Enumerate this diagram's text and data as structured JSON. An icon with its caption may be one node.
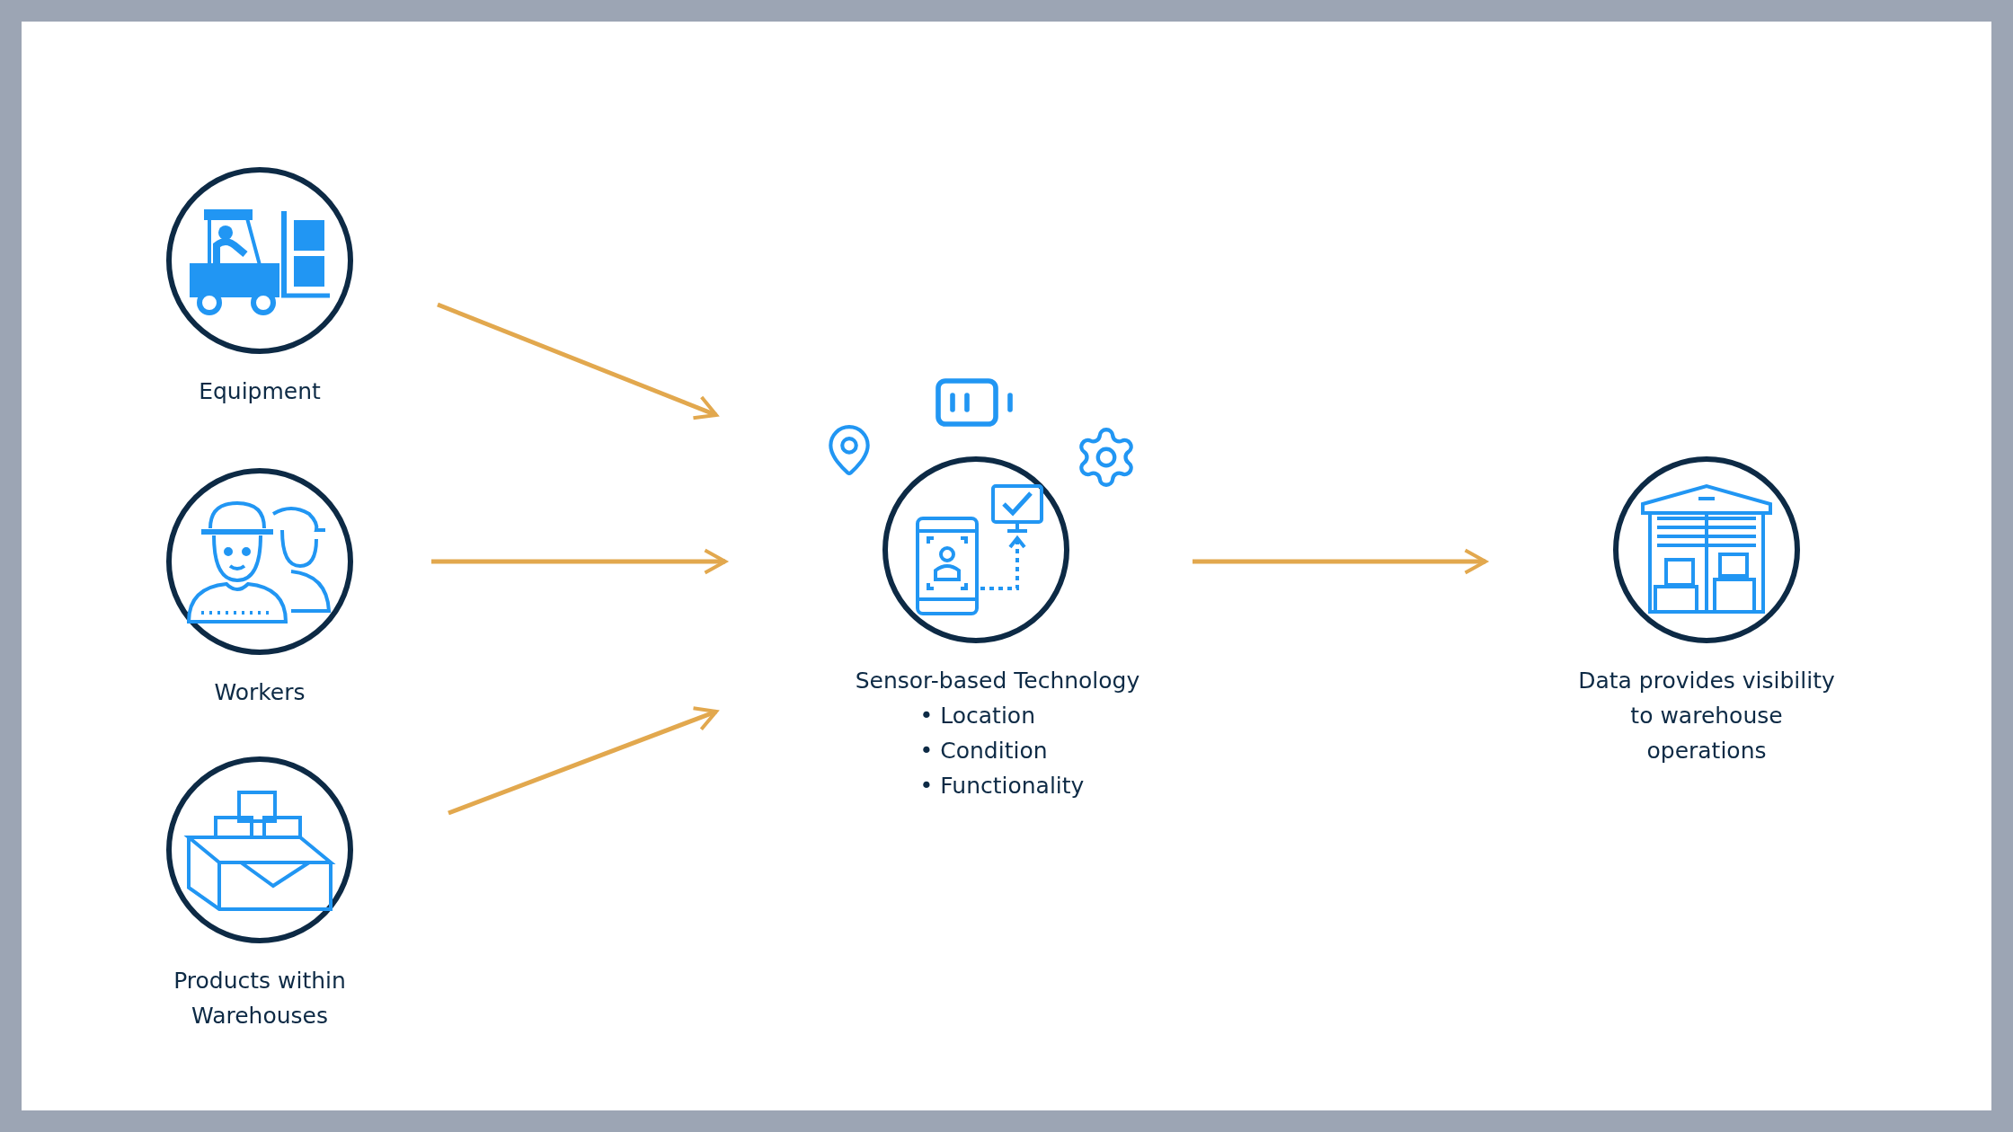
{
  "diagram": {
    "nodes": [
      {
        "text": [
          "Equipment"
        ]
      },
      {
        "text": [
          "Workers"
        ]
      },
      {
        "text": [
          "Products within Warehouses"
        ]
      },
      {
        "text": [
          "Sensor-based Technology",
          "• Location",
          "• Condition",
          "• Functionality"
        ]
      },
      {
        "text": [
          "Data provides visibility to warehouse operations"
        ]
      }
    ],
    "edges": [
      {
        "from": 0,
        "to": 3,
        "arrow": "to"
      },
      {
        "from": 1,
        "to": 3,
        "arrow": "to"
      },
      {
        "from": 2,
        "to": 3,
        "arrow": "to"
      },
      {
        "from": 3,
        "to": 4,
        "arrow": "to"
      }
    ]
  }
}
